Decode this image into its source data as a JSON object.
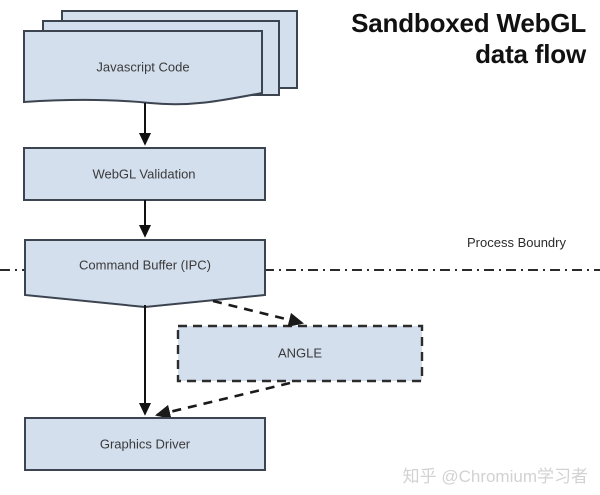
{
  "title": {
    "line1": "Sandboxed WebGL",
    "line2": "data flow"
  },
  "watermark": "知乎 @Chromium学习者",
  "colors": {
    "node_fill": "#d4dfee",
    "node_stroke": "#3c4450",
    "line": "#111111",
    "text": "#3a3a3a",
    "title": "#111111",
    "watermark": "#d2d2d2",
    "background": "#ffffff"
  },
  "nodes": {
    "javascript_code": {
      "label": "Javascript Code",
      "shape": "stacked-document",
      "stack_count": 3
    },
    "webgl_validation": {
      "label": "WebGL Validation",
      "shape": "rectangle"
    },
    "command_buffer": {
      "label": "Command Buffer (IPC)",
      "shape": "chevron-bottom"
    },
    "angle": {
      "label": "ANGLE",
      "shape": "dashed-rectangle"
    },
    "graphics_driver": {
      "label": "Graphics Driver",
      "shape": "rectangle"
    }
  },
  "boundary": {
    "label": "Process Boundry",
    "style": "dash-dot"
  },
  "edges": [
    {
      "name": "js-to-validation",
      "from": "javascript_code",
      "to": "webgl_validation",
      "style": "solid"
    },
    {
      "name": "validation-to-command-buffer",
      "from": "webgl_validation",
      "to": "command_buffer",
      "style": "solid"
    },
    {
      "name": "command-buffer-to-driver",
      "from": "command_buffer",
      "to": "graphics_driver",
      "style": "solid"
    },
    {
      "name": "command-buffer-to-angle",
      "from": "command_buffer",
      "to": "angle",
      "style": "dashed"
    },
    {
      "name": "angle-to-driver",
      "from": "angle",
      "to": "graphics_driver",
      "style": "dashed"
    }
  ]
}
